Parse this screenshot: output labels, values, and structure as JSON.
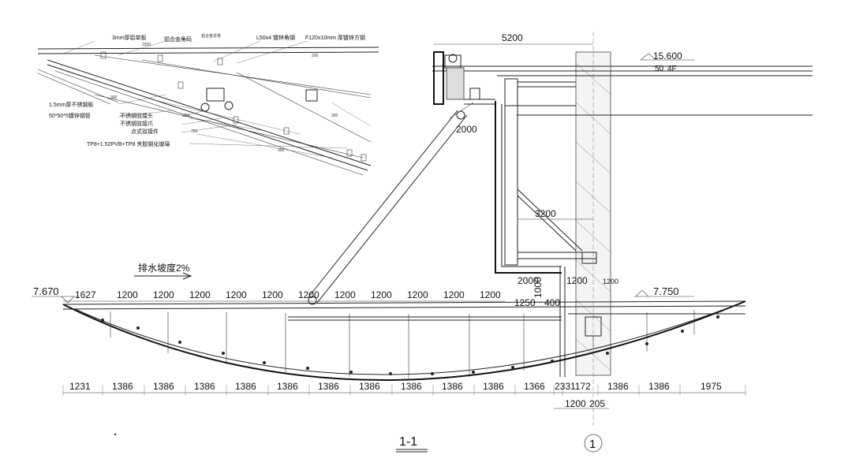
{
  "drawing": {
    "title": "1-1",
    "grid_axis": "1",
    "slope_note": "排水坡度2%",
    "elev_left": "7.670",
    "elev_right": "7.750",
    "elev_top": "15.600",
    "floor_tag": "4F",
    "floor_tag_prefix": "50"
  },
  "top_dims": {
    "span_top": "5200",
    "d2000a": "2000",
    "d3200": "3200",
    "d2000b": "2000",
    "d1200a": "1200",
    "d1000": "1000",
    "d1200b": "1200",
    "d1250": "1250",
    "d400": "400",
    "upper": [
      "1627",
      "1200",
      "1200",
      "1200",
      "1200",
      "1200",
      "1200",
      "1200",
      "1200",
      "1200",
      "1200",
      "1200"
    ]
  },
  "bottom_dims": {
    "row": [
      "1231",
      "1386",
      "1386",
      "1386",
      "1386",
      "1386",
      "1386",
      "1386",
      "1386",
      "1386",
      "1386",
      "1366",
      "233",
      "1172",
      "1386",
      "1386",
      "1975"
    ],
    "row2": [
      "1200",
      "205"
    ]
  },
  "detail": {
    "label_al": "3mm厚铝单板",
    "label_code": "铝合金角码",
    "label_angle": "L50x4 镀锌角钢",
    "label_square": "F120x10mm 厚镀锌方钢",
    "label_steel": "1.5mm厚不锈钢板",
    "label_tube": "50*50*5镀锌钢管",
    "label_joint": "不锈钢驳接头",
    "label_claw": "不锈钢驳接爪",
    "label_connector": "点式驳接件",
    "label_glass": "TP8+1.52PVB+TP8 夹胶钢化玻璃",
    "small_1": "1500",
    "small_2": "300",
    "small_3": "250",
    "small_4": "750",
    "small_5": "300",
    "small_6": "200",
    "small_7": "300",
    "small_note": "铝合金龙骨"
  }
}
